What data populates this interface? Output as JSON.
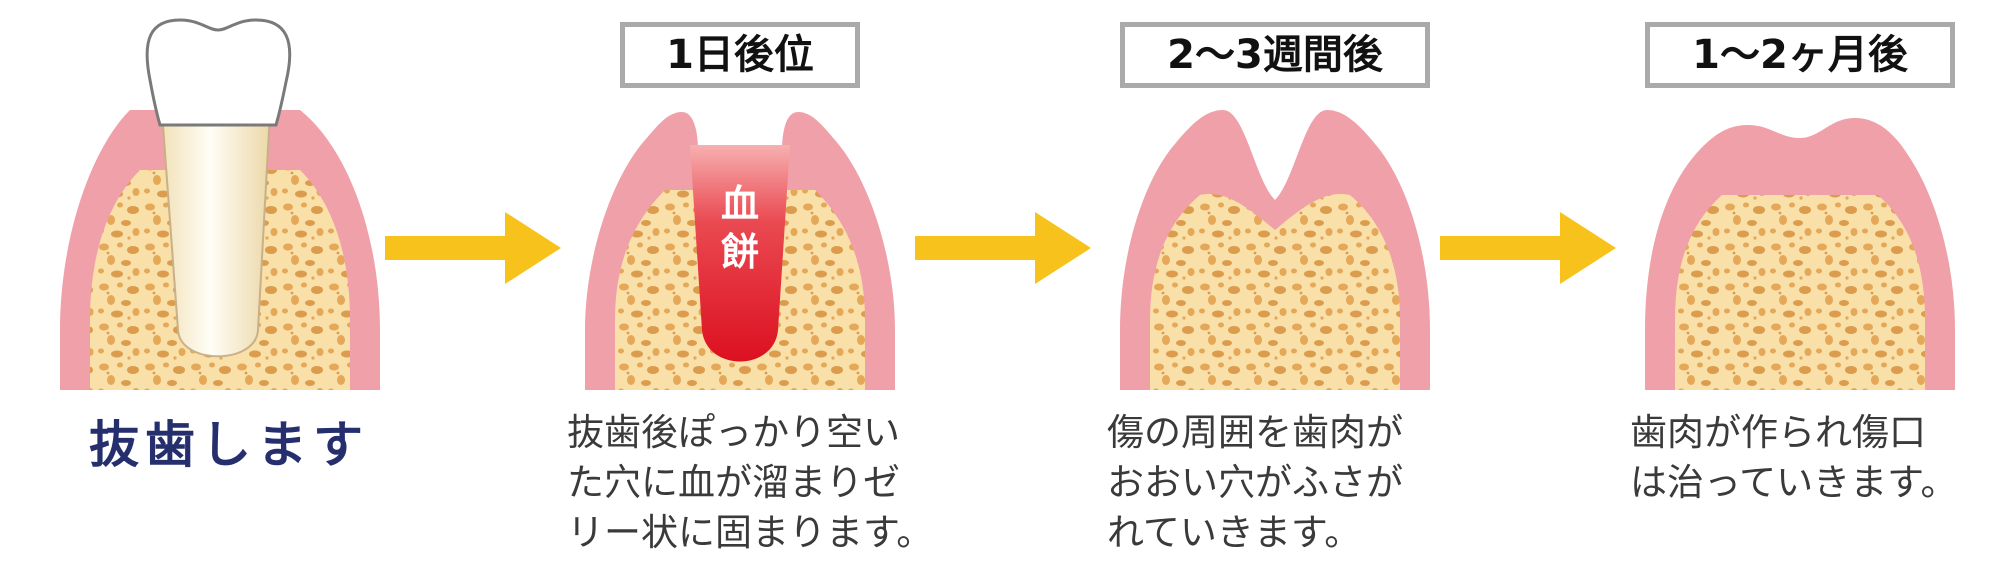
{
  "colors": {
    "gum": "#f0a0a8",
    "bone": "#f9dfa8",
    "bone_pores": "#e4a858",
    "arrow": "#f7c21b",
    "box_border": "#aaaaaa",
    "title_navy": "#252f6e",
    "clot_red": "#e01a2a"
  },
  "stages": [
    {
      "caption_lines": [
        "抜歯します"
      ],
      "icons": [
        "tooth-icon"
      ]
    },
    {
      "label": "1日後位",
      "clot_chars": [
        "血",
        "餅"
      ],
      "caption_lines": [
        "抜歯後ぽっかり空い",
        "た穴に血が溜まりゼ",
        "リー状に固まります。"
      ]
    },
    {
      "label": "2～3週間後",
      "caption_lines": [
        "傷の周囲を歯肉が",
        "おおい穴がふさが",
        "れていきます。"
      ]
    },
    {
      "label": "1～2ヶ月後",
      "caption_lines": [
        "歯肉が作られ傷口",
        "は治っていきます。"
      ]
    }
  ]
}
